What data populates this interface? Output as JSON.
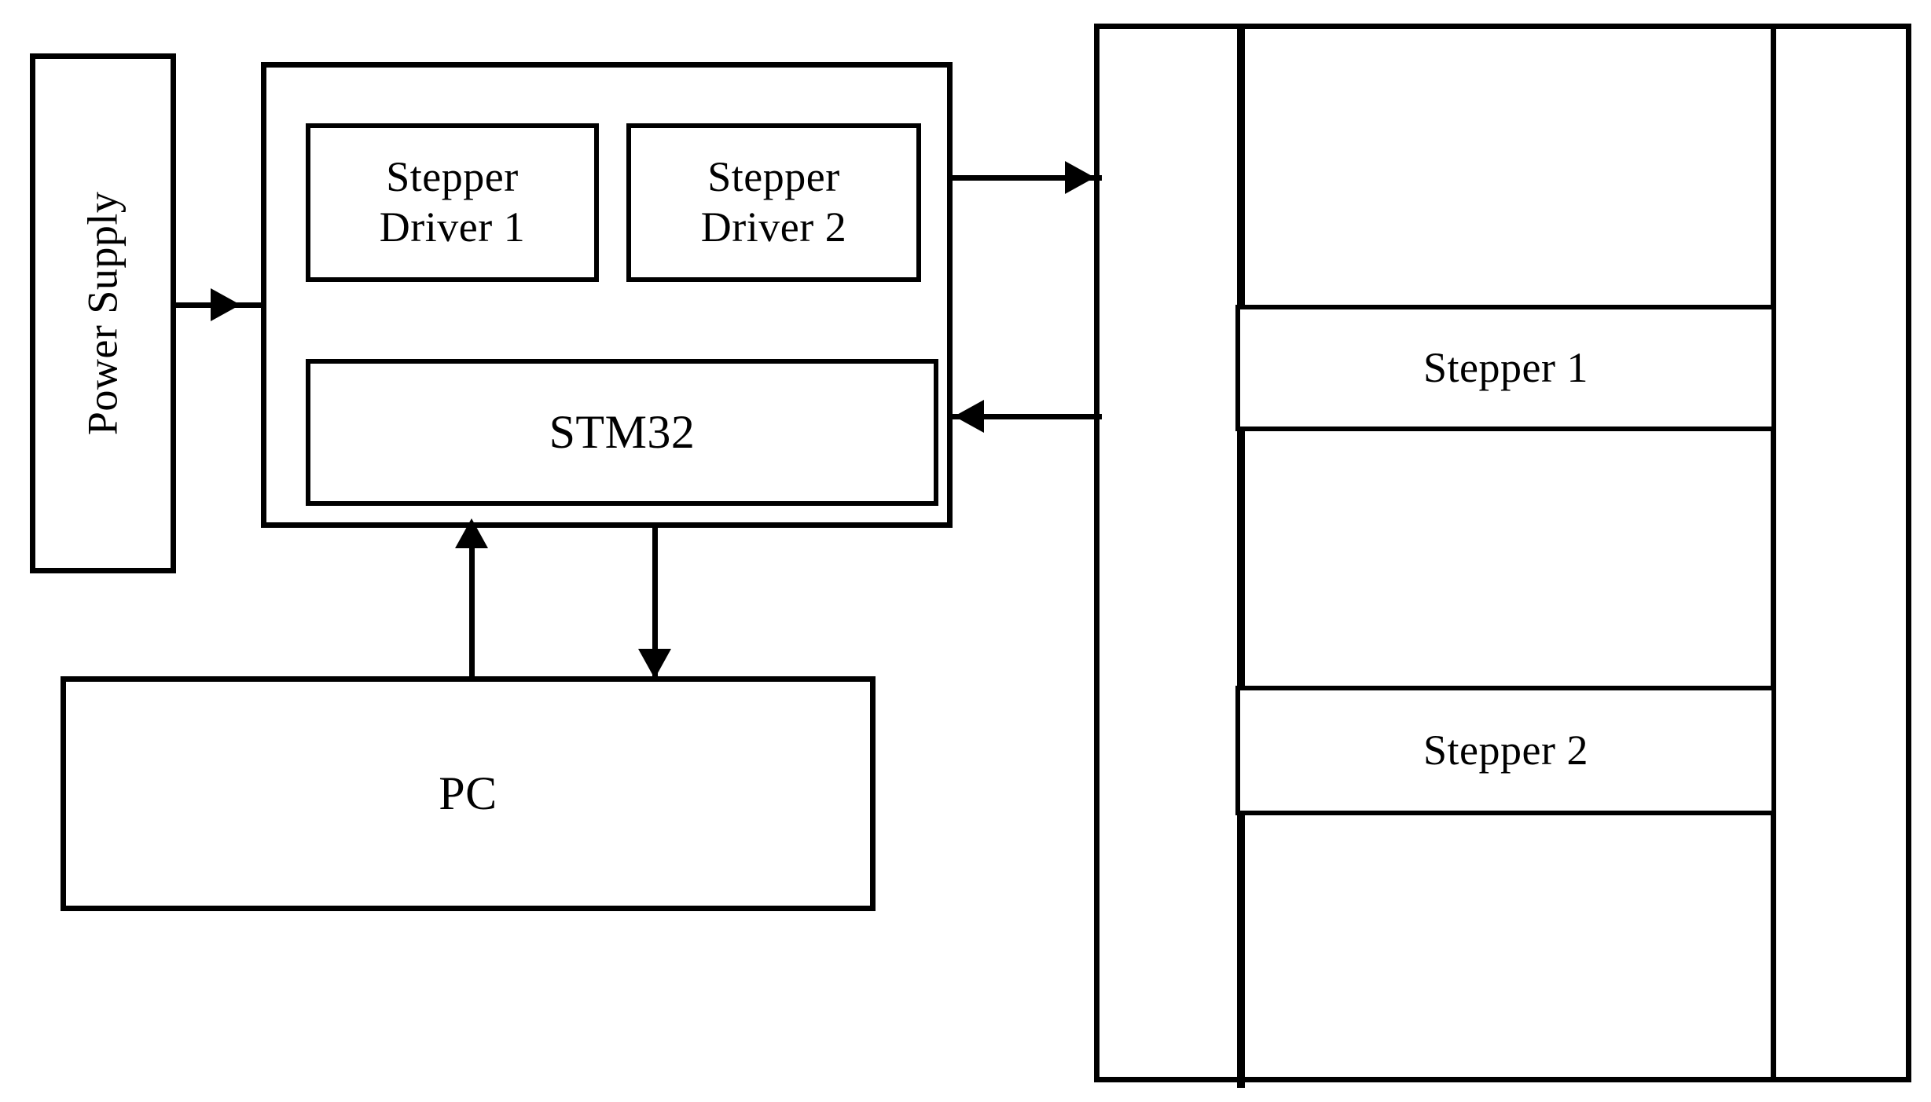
{
  "diagram": {
    "type": "block-diagram",
    "title": "Stepper motor control system block diagram",
    "line_color": "#000000",
    "background_color": "#ffffff",
    "blocks": [
      {
        "id": "power-supply",
        "label": "Power Supply",
        "orientation": "vertical-rotated"
      },
      {
        "id": "controller",
        "label": "",
        "orientation": "horizontal"
      },
      {
        "id": "stepper-driver-1",
        "label": "Stepper\nDriver 1",
        "orientation": "horizontal"
      },
      {
        "id": "stepper-driver-2",
        "label": "Stepper\nDriver 2",
        "orientation": "horizontal"
      },
      {
        "id": "stm32",
        "label": "STM32",
        "orientation": "horizontal"
      },
      {
        "id": "pc",
        "label": "PC",
        "orientation": "horizontal"
      },
      {
        "id": "mechanism",
        "label": "",
        "orientation": "horizontal"
      },
      {
        "id": "stepper-1",
        "label": "Stepper 1",
        "orientation": "horizontal"
      },
      {
        "id": "stepper-2",
        "label": "Stepper 2",
        "orientation": "horizontal"
      }
    ],
    "connections": [
      {
        "id": "power-to-controller",
        "from": "power-supply",
        "to": "controller",
        "direction": "right",
        "label": ""
      },
      {
        "id": "controller-to-mechanism",
        "from": "controller",
        "to": "mechanism",
        "direction": "right",
        "label": ""
      },
      {
        "id": "mechanism-to-controller",
        "from": "mechanism",
        "to": "controller",
        "direction": "left",
        "label": ""
      },
      {
        "id": "pc-to-controller",
        "from": "pc",
        "to": "controller",
        "direction": "up",
        "label": ""
      },
      {
        "id": "controller-to-pc",
        "from": "controller",
        "to": "pc",
        "direction": "down",
        "label": ""
      }
    ]
  },
  "labels": {
    "power_supply": "Power Supply",
    "stepper_driver_1": "Stepper\nDriver 1",
    "stepper_driver_2": "Stepper\nDriver 2",
    "stm32": "STM32",
    "pc": "PC",
    "stepper_1": "Stepper 1",
    "stepper_2": "Stepper 2"
  }
}
